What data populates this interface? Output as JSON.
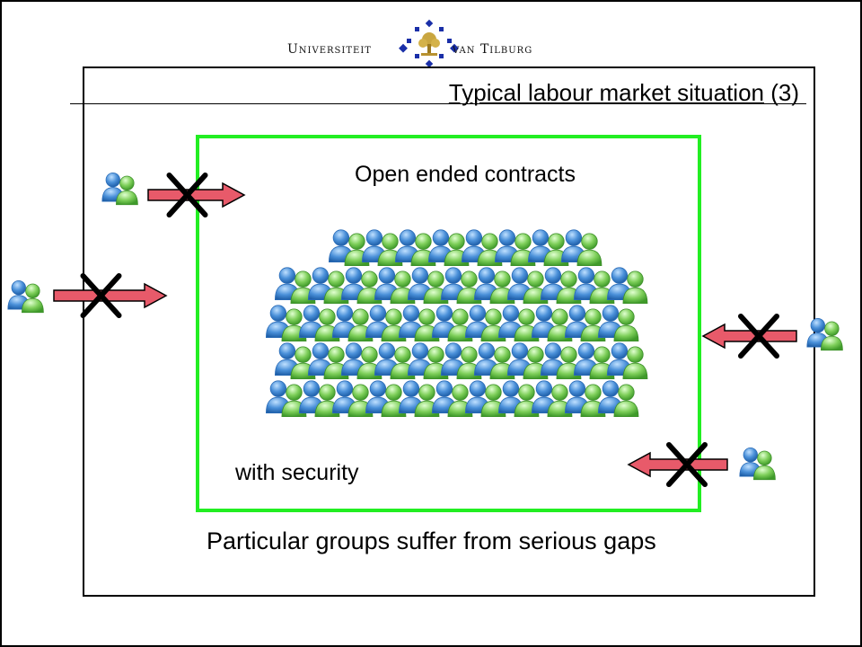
{
  "logo": {
    "left_text": "Universiteit",
    "right_text": "van Tilburg",
    "icon": "tilburg-university-seal-icon"
  },
  "title": {
    "main": "Typical labour market situation",
    "suffix": " (3)"
  },
  "labels": {
    "contracts": "Open ended contracts",
    "security": "with security",
    "caption": "Particular groups suffer from serious gaps"
  },
  "icons": {
    "people": "people-icon",
    "arrow": "arrow-icon",
    "blocked": "cross-icon"
  },
  "colors": {
    "green_box": "#22ee22",
    "arrow_fill": "#e85a6a",
    "blue_person": "#4a90d9",
    "green_person": "#7ecf5a",
    "logo_blue": "#1a2fa8"
  }
}
